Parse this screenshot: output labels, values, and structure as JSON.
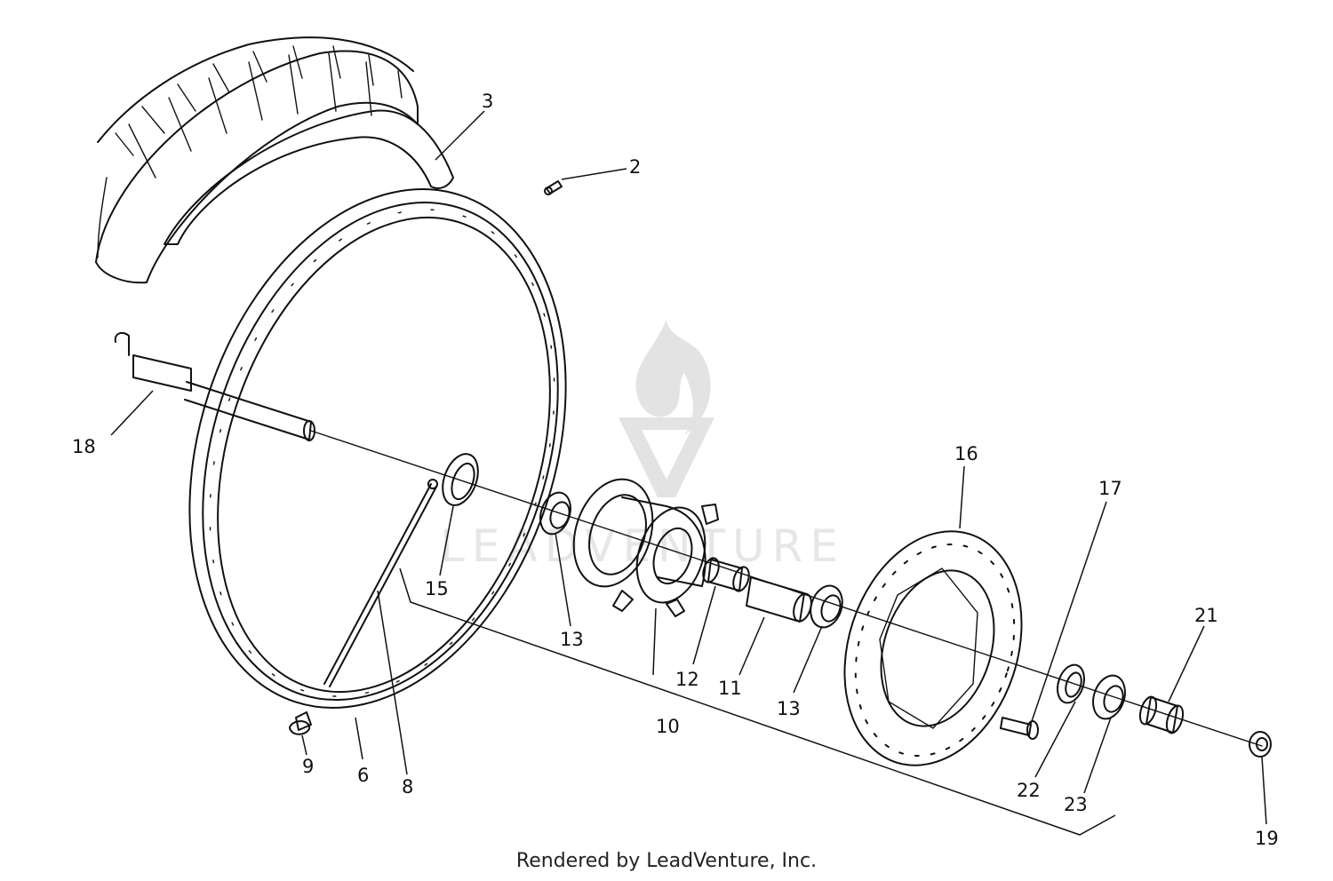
{
  "callouts": [
    {
      "id": "2",
      "label": "2"
    },
    {
      "id": "3",
      "label": "3"
    },
    {
      "id": "6",
      "label": "6"
    },
    {
      "id": "8",
      "label": "8"
    },
    {
      "id": "9",
      "label": "9"
    },
    {
      "id": "10",
      "label": "10"
    },
    {
      "id": "11",
      "label": "11"
    },
    {
      "id": "12",
      "label": "12"
    },
    {
      "id": "13a",
      "label": "13"
    },
    {
      "id": "13b",
      "label": "13"
    },
    {
      "id": "15",
      "label": "15"
    },
    {
      "id": "16",
      "label": "16"
    },
    {
      "id": "17",
      "label": "17"
    },
    {
      "id": "18",
      "label": "18"
    },
    {
      "id": "19",
      "label": "19"
    },
    {
      "id": "21",
      "label": "21"
    },
    {
      "id": "22",
      "label": "22"
    },
    {
      "id": "23",
      "label": "23"
    }
  ],
  "footer": {
    "text": "Rendered by LeadVenture, Inc."
  },
  "watermark": {
    "text": "LEADVENTURE"
  }
}
